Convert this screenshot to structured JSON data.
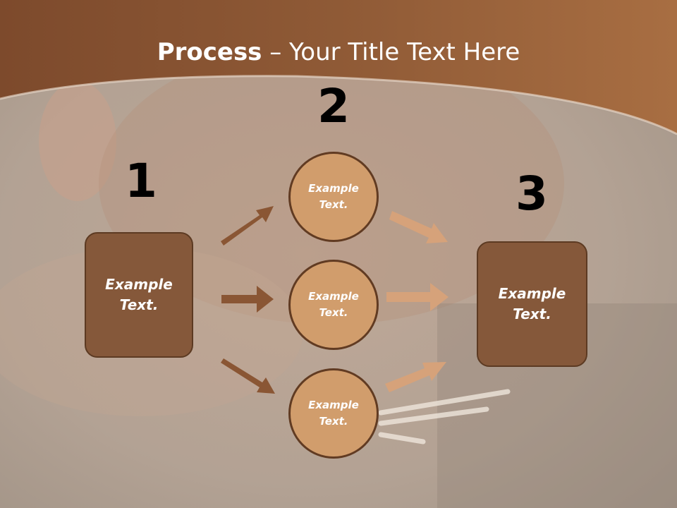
{
  "slide": {
    "title_bold": "Process",
    "title_rest": " – Your Title Text Here"
  },
  "steps": {
    "step1_number": "1",
    "step2_number": "2",
    "step3_number": "3"
  },
  "nodes": {
    "left_box_text": "Example Text.",
    "circle_top_text": "Example Text.",
    "circle_middle_text": "Example Text.",
    "circle_bottom_text": "Example Text.",
    "right_box_text": "Example Text."
  },
  "colors": {
    "header_band": "#8a5634",
    "box_fill": "#85583a",
    "circle_fill": "#d19d6c",
    "arrow_dark": "#8a5634",
    "arrow_light": "#d6a27a"
  }
}
